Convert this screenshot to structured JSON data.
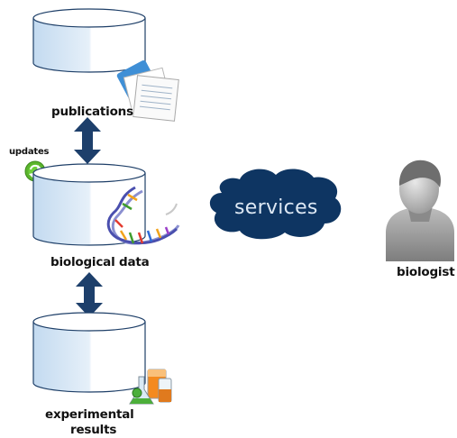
{
  "databases": [
    {
      "id": "publications",
      "label": "publications"
    },
    {
      "id": "biological-data",
      "label": "biological data"
    },
    {
      "id": "experimental-results",
      "label_line1": "experimental",
      "label_line2": "results"
    }
  ],
  "updates_label": "updates",
  "services_label": "services",
  "user_label": "biologist",
  "colors": {
    "arrow": "#1d3f6b",
    "cloud": "#0e3562",
    "db_stroke": "#1e3f68",
    "db_fill_left": "#c9dff1",
    "update_badge": "#5bb52d"
  },
  "icons": [
    "documents-icon",
    "refresh-icon",
    "dna-icon",
    "lab-flasks-icon",
    "person-silhouette-icon"
  ]
}
